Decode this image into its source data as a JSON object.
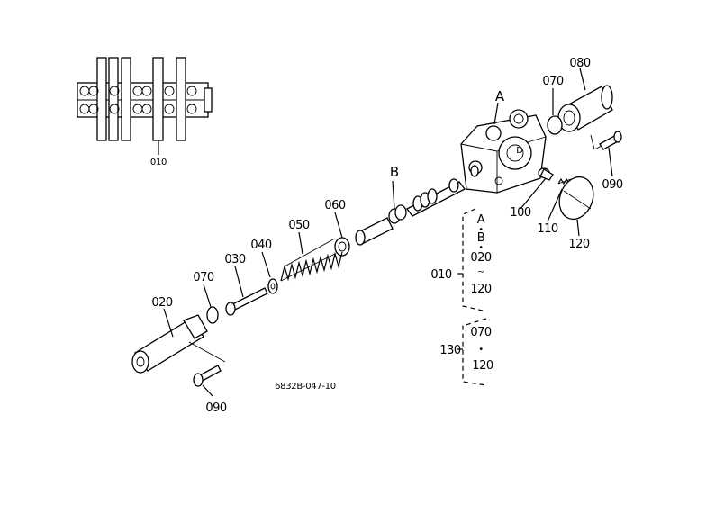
{
  "drawing_number": "6832B-047-10",
  "callouts": {
    "p010_assembly": "010",
    "p010_thumb": "010",
    "p020": "020",
    "p030": "030",
    "p040": "040",
    "p050": "050",
    "p060": "060",
    "p070_left": "070",
    "p070_right": "070",
    "p080": "080",
    "p090_left": "090",
    "p090_right": "090",
    "p100": "100",
    "p110": "110",
    "p120": "120",
    "p130": "130",
    "A": "A",
    "B": "B"
  },
  "group_010": {
    "line1": "A",
    "sep1": "•",
    "line2": "B",
    "sep2": "•",
    "line3": "020",
    "sep3": "~",
    "line4": "120"
  },
  "group_130": {
    "line1": "070",
    "sep1": "•",
    "line2": "120"
  }
}
